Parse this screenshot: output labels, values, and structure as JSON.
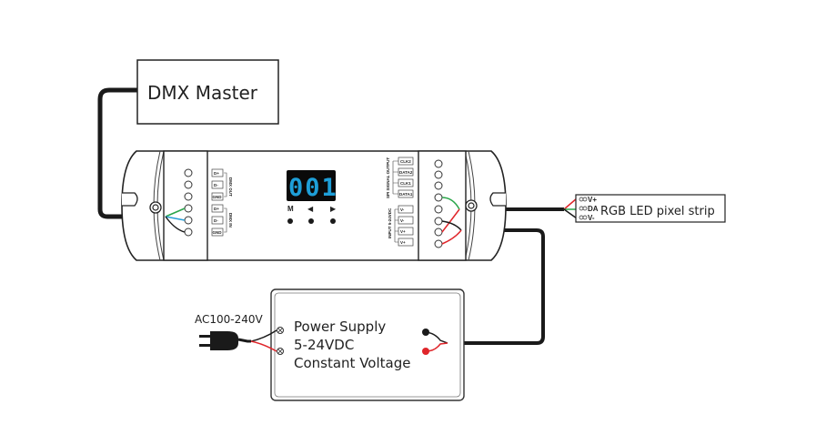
{
  "dmx_master": {
    "label": "DMX Master"
  },
  "controller": {
    "display_value": "001",
    "buttons": [
      {
        "label": "M",
        "icon": "mode-letter"
      },
      {
        "label": "◀",
        "icon": "left-arrow-icon"
      },
      {
        "label": "▶",
        "icon": "right-arrow-icon"
      }
    ],
    "dmx_terminals": {
      "out_group_label": "DMX OUT",
      "in_group_label": "DMX IN",
      "out_pins": [
        "D+",
        "D-",
        "GND"
      ],
      "in_pins": [
        "D+",
        "D-",
        "GND"
      ]
    },
    "spi_terminals": {
      "group_label": "SPI SIGNAL OUTPUT",
      "pins": [
        "CLK2",
        "DATA2",
        "CLK1",
        "DATA1"
      ]
    },
    "power_terminals": {
      "group_label": "INPUT 5-24VDC",
      "pins": [
        "V-",
        "V-",
        "V+",
        "V+"
      ]
    }
  },
  "led_strip": {
    "label": "RGB LED pixel strip",
    "pins": [
      "V+",
      "DA",
      "V-"
    ]
  },
  "power_supply": {
    "line1": "Power Supply",
    "line2": "5-24VDC",
    "line3": "Constant Voltage",
    "input_label": "AC100-240V"
  },
  "wire_colors": {
    "black": "#1a1a1a",
    "red": "#e0262b",
    "green": "#2aa64a",
    "blue": "#2a9fd6"
  },
  "display_colors": {
    "background": "#0a0a0a",
    "digits": "#1e9fd8"
  }
}
